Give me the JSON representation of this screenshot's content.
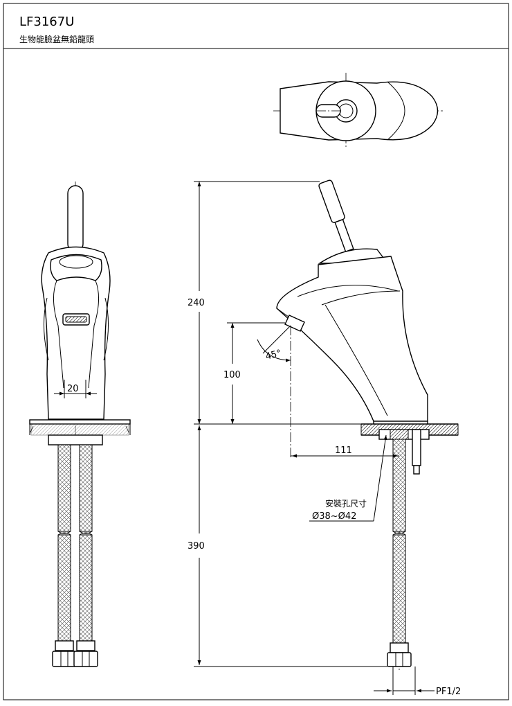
{
  "title_block": {
    "model": "LF3167U",
    "description": "生物能臉盆無鉛龍頭"
  },
  "dimensions": {
    "total_height": "240",
    "spout_height": "100",
    "spout_reach": "111",
    "hose_length": "390",
    "hose_spacing": "20",
    "spout_angle": "45°",
    "thread": "PF1/2"
  },
  "notes": {
    "mount_hole_label": "安裝孔尺寸",
    "mount_hole_range": "Ø38~Ø42"
  }
}
